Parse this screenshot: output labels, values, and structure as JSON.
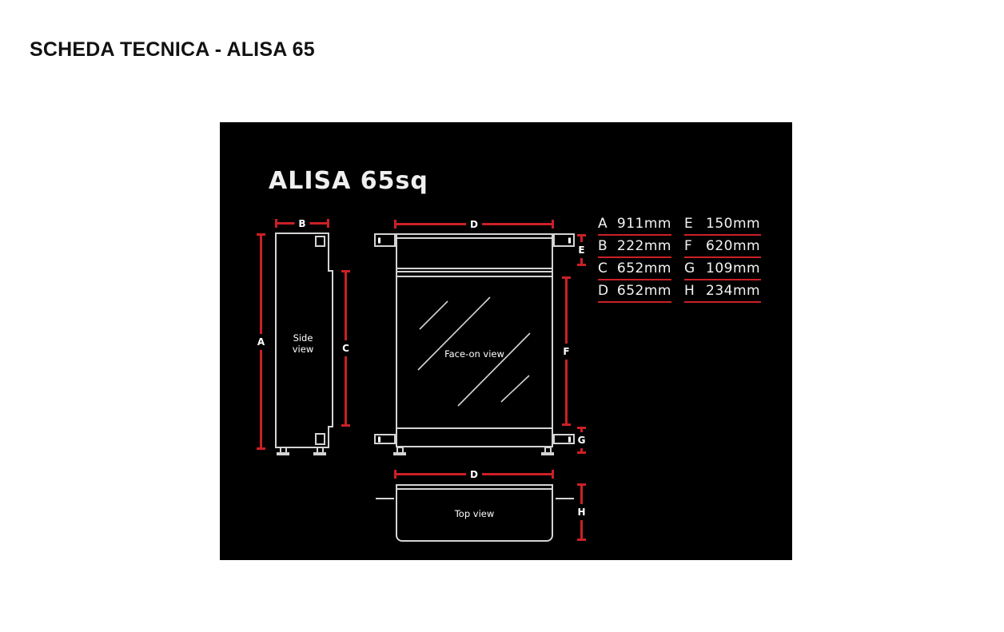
{
  "page": {
    "heading": "SCHEDA TECNICA - ALISA 65"
  },
  "panel": {
    "title": "ALISA 65sq",
    "colors": {
      "background": "#000000",
      "accent_red": "#cb2026",
      "line_gray": "#d4d4d4"
    },
    "views": {
      "side": {
        "label": "Side view"
      },
      "face": {
        "label": "Face-on view"
      },
      "top": {
        "label": "Top view"
      }
    },
    "dims": {
      "a": "A",
      "b": "B",
      "c": "C",
      "d": "D",
      "e": "E",
      "f": "F",
      "g": "G",
      "h": "H",
      "d2": "D"
    },
    "table": {
      "columns": [
        {
          "rows": [
            {
              "key": "A",
              "value": "911mm"
            },
            {
              "key": "B",
              "value": "222mm"
            },
            {
              "key": "C",
              "value": "652mm"
            },
            {
              "key": "D",
              "value": "652mm"
            }
          ]
        },
        {
          "rows": [
            {
              "key": "E",
              "value": "150mm"
            },
            {
              "key": "F",
              "value": "620mm"
            },
            {
              "key": "G",
              "value": "109mm"
            },
            {
              "key": "H",
              "value": "234mm"
            }
          ]
        }
      ]
    }
  }
}
